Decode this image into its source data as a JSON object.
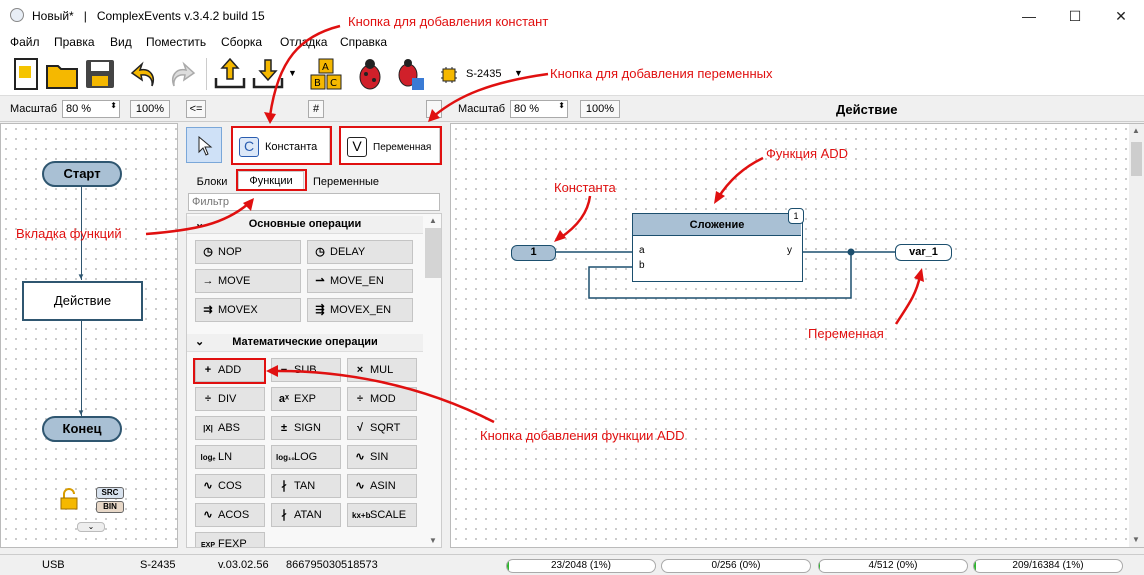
{
  "window": {
    "title": "Новый*   |   ComplexEvents v.3.4.2 build 15"
  },
  "menu": [
    "Файл",
    "Правка",
    "Вид",
    "Поместить",
    "Сборка",
    "Отладка",
    "Справка"
  ],
  "toolbar": {
    "device": "S-2435"
  },
  "scalebar_left": {
    "scale_label": "Масштаб",
    "scale_value": "80 %",
    "reset": "100%",
    "collapse": "<=",
    "hash": "#"
  },
  "scalebar_right": {
    "scale_label": "Масштаб",
    "scale_value": "80 %",
    "reset": "100%",
    "title": "Действие"
  },
  "flowchart": {
    "start": "Старт",
    "action": "Действие",
    "end": "Конец",
    "src": "SRC",
    "bin": "BIN"
  },
  "palette": {
    "constant_button": "Константа",
    "variable_button": "Переменная",
    "tabs": [
      "Блоки",
      "Функции",
      "Переменные"
    ],
    "filter_placeholder": "Фильтр",
    "basic_title": "Основные операции",
    "basic": [
      {
        "icon": "◷",
        "label": "NOP"
      },
      {
        "icon": "◷",
        "label": "DELAY"
      },
      {
        "icon": "→",
        "label": "MOVE"
      },
      {
        "icon": "⇀",
        "label": "MOVE_EN"
      },
      {
        "icon": "⇉",
        "label": "MOVEX"
      },
      {
        "icon": "⇶",
        "label": "MOVEX_EN"
      }
    ],
    "math_title": "Математические операции",
    "math": [
      {
        "icon": "+",
        "label": "ADD"
      },
      {
        "icon": "−",
        "label": "SUB"
      },
      {
        "icon": "×",
        "label": "MUL"
      },
      {
        "icon": "÷",
        "label": "DIV"
      },
      {
        "icon": "aˣ",
        "label": "EXP"
      },
      {
        "icon": "÷",
        "label": "MOD"
      },
      {
        "icon": "|X|",
        "label": "ABS"
      },
      {
        "icon": "±",
        "label": "SIGN"
      },
      {
        "icon": "√",
        "label": "SQRT"
      },
      {
        "icon": "logₑ",
        "label": "LN"
      },
      {
        "icon": "log₁₀",
        "label": "LOG"
      },
      {
        "icon": "∿",
        "label": "SIN"
      },
      {
        "icon": "∿",
        "label": "COS"
      },
      {
        "icon": "∤",
        "label": "TAN"
      },
      {
        "icon": "∿",
        "label": "ASIN"
      },
      {
        "icon": "∿",
        "label": "ACOS"
      },
      {
        "icon": "∤",
        "label": "ATAN"
      },
      {
        "icon": "kx+b",
        "label": "SCALE"
      }
    ],
    "fexp": {
      "icon": "EXP",
      "label": "FEXP"
    }
  },
  "diagram": {
    "constant_value": "1",
    "block_title": "Сложение",
    "block_badge": "1",
    "in_a": "a",
    "in_b": "b",
    "out_y": "y",
    "variable_name": "var_1"
  },
  "callouts": {
    "add_const": "Кнопка для добавления констант",
    "add_var": "Кнопка для добавления переменных",
    "func_add": "Функция ADD",
    "constant": "Константа",
    "func_tab": "Вкладка функций",
    "variable": "Переменная",
    "add_button": "Кнопка добавления функции ADD"
  },
  "status": {
    "port": "USB",
    "device": "S-2435",
    "version": "v.03.02.56",
    "serial": "866795030518573",
    "usage": [
      {
        "text": "23/2048 (1%)",
        "fraction": 0.011
      },
      {
        "text": "0/256 (0%)",
        "fraction": 0.0
      },
      {
        "text": "4/512 (0%)",
        "fraction": 0.008
      },
      {
        "text": "209/16384 (1%)",
        "fraction": 0.013
      }
    ]
  },
  "colors": {
    "accent_red": "#e01010",
    "block_header": "#a9c0d4",
    "wire": "#1c4f6e",
    "progress": "#2fb52f"
  }
}
